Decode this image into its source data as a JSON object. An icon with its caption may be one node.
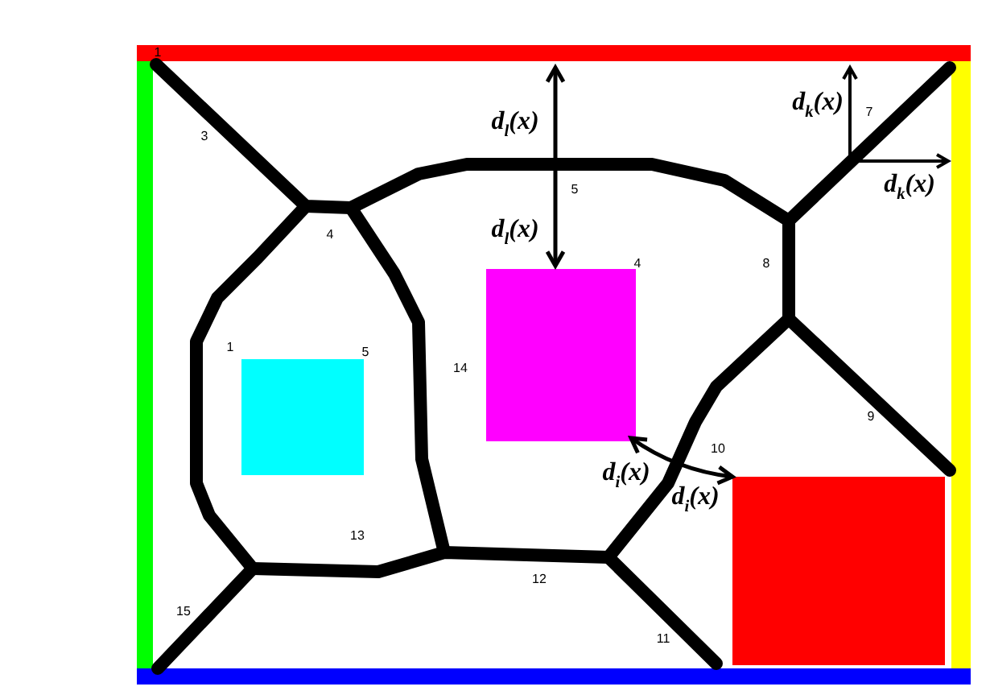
{
  "diagram": {
    "labels": [
      "1",
      "3",
      "d$_{l}$(x)",
      "d$_{k}$(x)",
      "7",
      "5",
      "d$_{k}$(x)",
      "d$_{l}$(x)",
      "4",
      "4",
      "8",
      "1",
      "5",
      "14",
      "9",
      "10",
      "d$_{i}$(x)",
      "d$_{i}$(x)",
      "13",
      "12",
      "15",
      "11"
    ]
  }
}
